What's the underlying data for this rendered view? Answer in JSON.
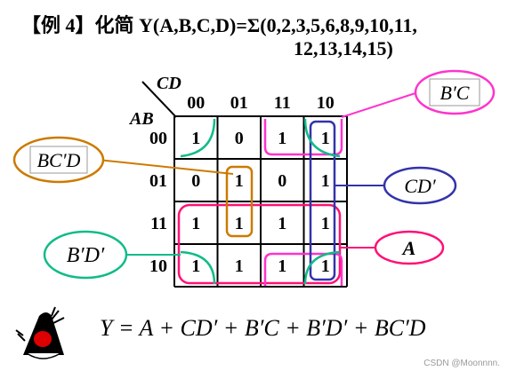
{
  "title": {
    "line1": "【例 4】化简 Y(A,B,C,D)=Σ(0,2,3,5,6,8,9,10,11,",
    "line2": "12,13,14,15)"
  },
  "kmap": {
    "col_var_label": "CD",
    "row_var_label": "AB",
    "col_headers": [
      "00",
      "01",
      "11",
      "10"
    ],
    "row_headers": [
      "00",
      "01",
      "11",
      "10"
    ],
    "cells": [
      [
        "1",
        "0",
        "1",
        "1"
      ],
      [
        "0",
        "1",
        "0",
        "1"
      ],
      [
        "1",
        "1",
        "1",
        "1"
      ],
      [
        "1",
        "1",
        "1",
        "1"
      ]
    ]
  },
  "groups": {
    "b_prime_c": {
      "label": "B′C",
      "color": "#ff33cc"
    },
    "bc_prime_d": {
      "label": "BC′D",
      "color": "#cc7a00"
    },
    "cd_prime": {
      "label": "CD′",
      "color": "#3333aa"
    },
    "b_prime_d_prime": {
      "label": "B′D′",
      "color": "#11bb88"
    },
    "a": {
      "label": "A",
      "color": "#ff1177"
    }
  },
  "equation": "Y = A + CD′ + B′C + B′D′ + BC′D",
  "watermark": "CSDN @Moonnnn."
}
